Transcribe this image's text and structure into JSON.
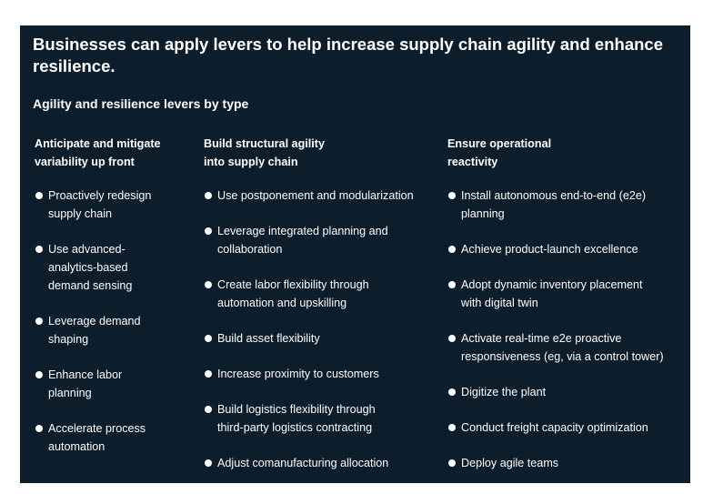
{
  "title": "Businesses can apply levers to help increase supply chain agility and enhance resilience.",
  "subtitle": "Agility and resilience levers by type",
  "columns": [
    {
      "heading": "Anticipate and mitigate\nvariability up front",
      "items": [
        "Proactively redesign\nsupply chain",
        "Use advanced-\nanalytics-based\ndemand sensing",
        "Leverage demand\nshaping",
        "Enhance labor\nplanning",
        "Accelerate process\nautomation"
      ]
    },
    {
      "heading": "Build structural agility\ninto supply chain",
      "items": [
        "Use postponement and modularization",
        "Leverage integrated planning and\ncollaboration",
        "Create labor flexibility through\nautomation and upskilling",
        "Build asset flexibility",
        "Increase proximity to customers",
        "Build logistics flexibility through\nthird-party logistics contracting",
        "Adjust comanufacturing allocation"
      ]
    },
    {
      "heading": "Ensure operational\nreactivity",
      "items": [
        "Install autonomous end-to-end (e2e)\nplanning",
        "Achieve product-launch excellence",
        "Adopt dynamic inventory placement\nwith digital twin",
        "Activate real-time e2e proactive\nresponsiveness (eg, via a control tower)",
        "Digitize the plant",
        "Conduct freight capacity optimization",
        "Deploy agile teams"
      ]
    }
  ],
  "colors": {
    "panel_background": "#0c1d2b",
    "text": "#ffffff"
  }
}
